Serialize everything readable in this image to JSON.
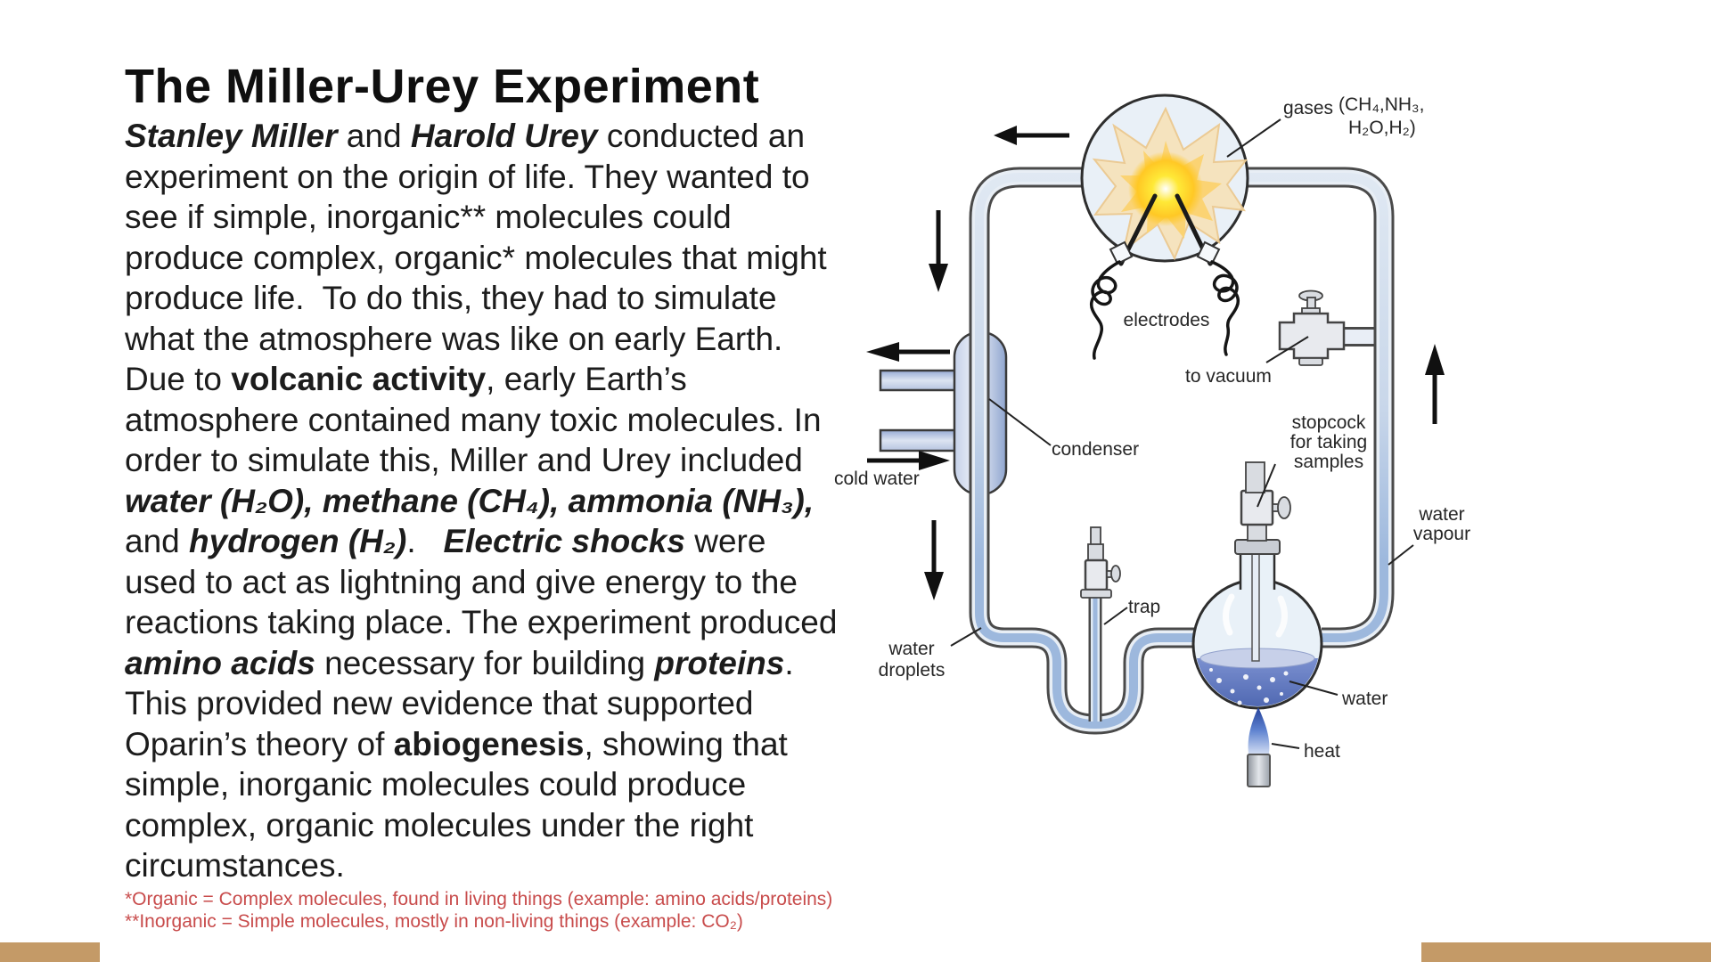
{
  "slide": {
    "title": "The Miller-Urey Experiment",
    "runs": [
      "Stanley Miller",
      " and ",
      "Harold Urey",
      " conducted an experiment on the origin of life. They wanted to see if simple, inorganic** molecules could produce complex, organic* molecules that might produce life.  To do this, they had to simulate what the atmosphere was like on early Earth. Due to ",
      "volcanic activity",
      ", early Earth’s atmosphere contained many toxic molecules. In order to simulate this, Miller and Urey included ",
      "water (H₂O), methane (CH₄), ammonia (NH₃),",
      " and ",
      "hydrogen (H₂)",
      ".   ",
      "Electric shocks",
      " were used to act as lightning and give energy to the reactions taking place. The experiment produced ",
      "amino acids",
      " necessary for building ",
      "proteins",
      ".  This provided new evidence that supported Oparin’s theory of ",
      "abiogenesis",
      ", showing that simple, inorganic molecules could produce complex, organic molecules under the right circumstances."
    ],
    "footnotes": [
      "*Organic = Complex molecules, found in living things (example: amino acids/proteins)",
      "**Inorganic = Simple molecules, mostly in non-living things (example: CO₂)"
    ],
    "colors": {
      "accent_bar": "#c49a67",
      "footnote_text": "#c84b4b"
    }
  },
  "diagram": {
    "labels": {
      "gases": "gases",
      "gases_formula_line1": "(CH₄,NH₃,",
      "gases_formula_line2": "H₂O,H₂)",
      "electrodes": "electrodes",
      "to_vacuum": "to vacuum",
      "condenser": "condenser",
      "cold_water": "cold water",
      "stopcock_line1": "stopcock",
      "stopcock_line2": "for taking",
      "stopcock_line3": "samples",
      "water_vapour_line1": "water",
      "water_vapour_line2": "vapour",
      "trap": "trap",
      "water_droplets_line1": "water",
      "water_droplets_line2": "droplets",
      "water": "water",
      "heat": "heat"
    }
  }
}
